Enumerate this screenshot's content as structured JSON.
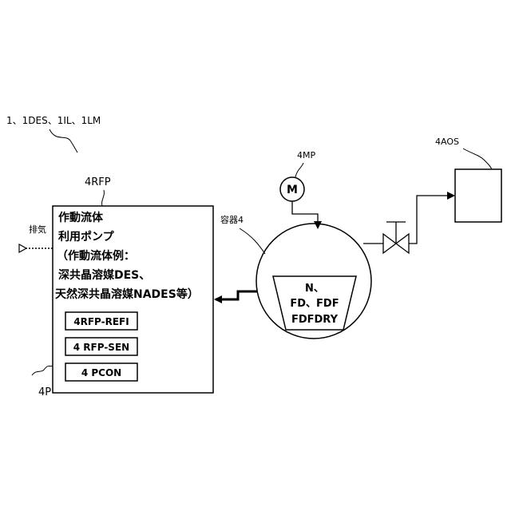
{
  "labels": {
    "system_ref": "1、1DES、1IL、1LM",
    "pump_ref": "4RFP",
    "plant_ref": "4P",
    "motor_pump_ref": "4MP",
    "motor_symbol": "M",
    "vessel_ref": "容器4",
    "aos_ref": "4AOS",
    "exhaust": "排気"
  },
  "pump_box": {
    "lines": [
      "作動流体",
      "利用ポンプ",
      "（作動流体例：",
      "深共晶溶媒DES、",
      "天然深共晶溶媒NADES等）"
    ],
    "modules": [
      "4RFP-REFI",
      "4 RFP-SEN",
      "4 PCON"
    ]
  },
  "vessel_contents": {
    "lines": [
      "N、",
      "FD、FDF",
      "FDFDRY"
    ]
  }
}
